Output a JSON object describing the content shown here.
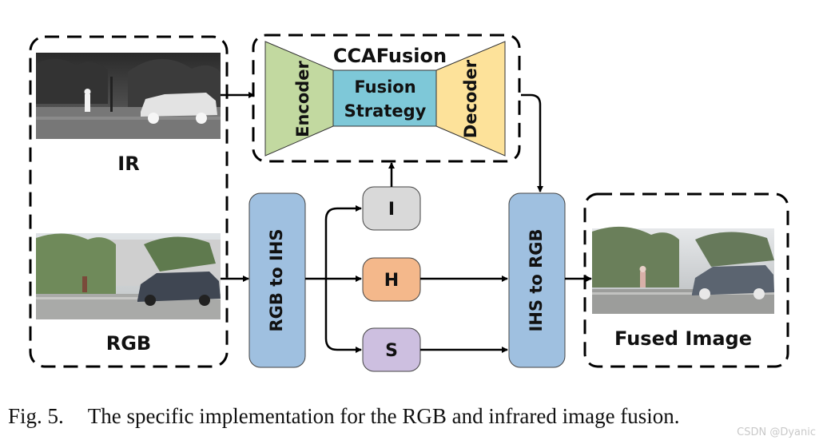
{
  "diagram": {
    "inputs": {
      "ir_label": "IR",
      "rgb_label": "RGB"
    },
    "ccafusion": {
      "title": "CCAFusion",
      "encoder": "Encoder",
      "fusion_line1": "Fusion",
      "fusion_line2": "Strategy",
      "decoder": "Decoder"
    },
    "rgb_to_ihs": "RGB to IHS",
    "channels": {
      "i": "I",
      "h": "H",
      "s": "S"
    },
    "ihs_to_rgb": "IHS to RGB",
    "output_label": "Fused Image"
  },
  "colors": {
    "encoder": "#c2d9a0",
    "fusion": "#7ec8d8",
    "decoder": "#fde29a",
    "blue_box": "#9fc0e0",
    "i_box": "#d9d9d9",
    "h_box": "#f4b88b",
    "s_box": "#cdbfe0"
  },
  "caption": {
    "number": "Fig. 5.",
    "text": "The specific implementation for the RGB and infrared image fusion."
  },
  "watermark": "CSDN @Dyanic"
}
